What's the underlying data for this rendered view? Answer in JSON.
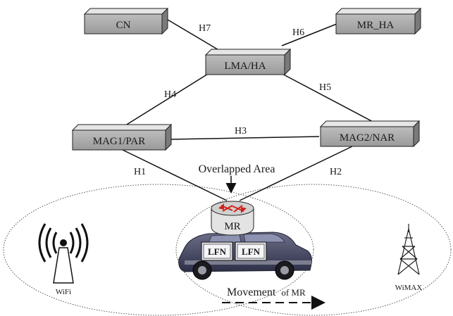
{
  "nodes": {
    "cn": "CN",
    "mr_ha": "MR_HA",
    "lma_ha": "LMA/HA",
    "mag1": "MAG1/PAR",
    "mag2": "MAG2/NAR"
  },
  "links": {
    "h1": "H1",
    "h2": "H2",
    "h3": "H3",
    "h4": "H4",
    "h5": "H5",
    "h6": "H6",
    "h7": "H7"
  },
  "overlap_label": "Overlapped Area",
  "mr_label": "MR",
  "lfn_left": "LFN",
  "lfn_right": "LFN",
  "wifi_label": "WiFi",
  "wimax_label": "WiMAX",
  "movement_label": "Movement",
  "movement_suffix": "of MR"
}
